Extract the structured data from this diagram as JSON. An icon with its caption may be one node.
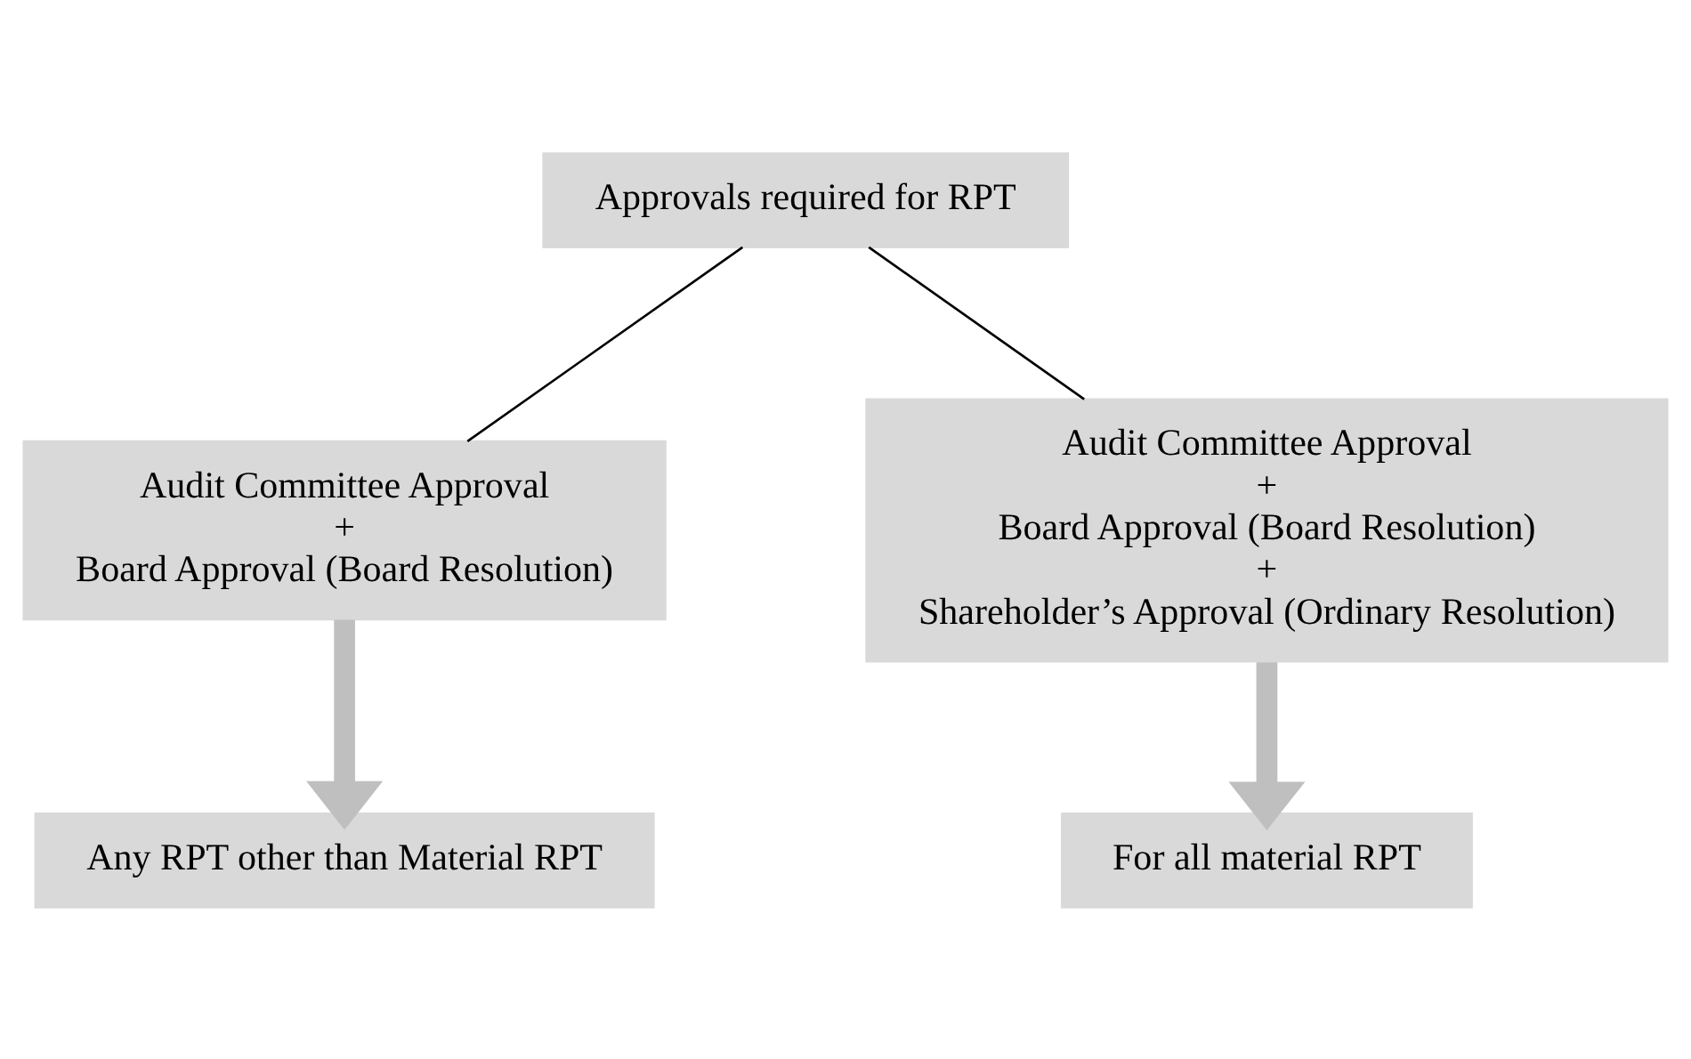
{
  "diagram": {
    "nodes": [
      {
        "text": [
          "Approvals required for RPT"
        ]
      },
      {
        "text": [
          "Audit Committee Approval",
          "+",
          "Board Approval (Board Resolution)"
        ]
      },
      {
        "text": [
          "Audit Committee Approval",
          "+",
          "Board Approval (Board Resolution)",
          "+",
          "Shareholder’s Approval (Ordinary Resolution)"
        ]
      },
      {
        "text": [
          "Any RPT other than Material RPT"
        ]
      },
      {
        "text": [
          "For all material RPT"
        ]
      }
    ],
    "edges": [
      {
        "from": 0,
        "to": 1,
        "arrow": "none"
      },
      {
        "from": 0,
        "to": 2,
        "arrow": "none"
      },
      {
        "from": 1,
        "to": 3,
        "arrow": "to",
        "style": "thick",
        "color": "#bfbfbf"
      },
      {
        "from": 2,
        "to": 4,
        "arrow": "to",
        "style": "thick",
        "color": "#bfbfbf"
      }
    ]
  }
}
